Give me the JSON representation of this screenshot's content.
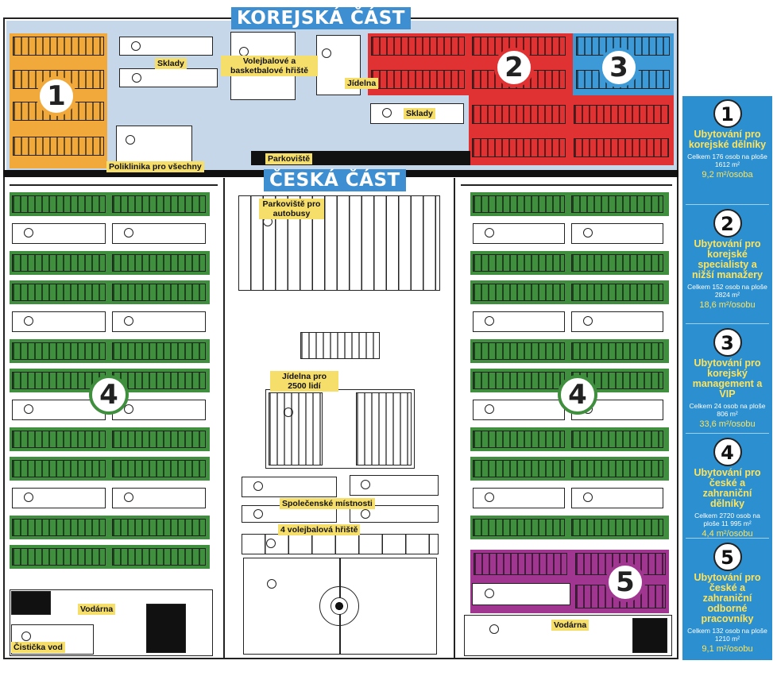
{
  "titles": {
    "korean": "KOREJSKÁ ČÁST",
    "czech": "ČESKÁ ČÁST"
  },
  "labels": {
    "sklady_top": "Sklady",
    "volejbal": "Volejbalové a basketbalové hřiště",
    "jidelna_small": "Jídelna",
    "sklady_right": "Sklady",
    "poliklinika": "Poliklinika pro všechny",
    "parkoviste_top": "Parkoviště",
    "parkoviste_bus": "Parkoviště pro autobusy",
    "jidelna_big": "Jídelna pro 2500 lidí",
    "spolecenske": "Společenské místnosti",
    "volejbal4": "4 volejbalová hřiště",
    "vodarna_left": "Vodárna",
    "cisticka": "Čistička vod",
    "vodarna_right": "Vodárna"
  },
  "badges": {
    "b1": "1",
    "b2": "2",
    "b3": "3",
    "b4l": "4",
    "b4r": "4",
    "b5": "5"
  },
  "legend": [
    {
      "num": "1",
      "title": "Ubytování pro korejské dělníky",
      "stat": "Celkem 176 osob na ploše 1612 m²",
      "ratio": "9,2 m²/osoba"
    },
    {
      "num": "2",
      "title": "Ubytování pro korejské specialisty a nižší manažery",
      "stat": "Celkem 152 osob na ploše 2824 m²",
      "ratio": "18,6 m²/osobu"
    },
    {
      "num": "3",
      "title": "Ubytování pro korejský management a VIP",
      "stat": "Celkem 24 osob na ploše 806 m²",
      "ratio": "33,6 m²/osobu"
    },
    {
      "num": "4",
      "title": "Ubytování pro české a zahraniční dělníky",
      "stat": "Celkem 2720 osob na ploše 11 995 m²",
      "ratio": "4,4 m²/osobu"
    },
    {
      "num": "5",
      "title": "Ubytování pro české a zahraniční odborné pracovníky",
      "stat": "Celkem 132 osob na ploše 1210 m²",
      "ratio": "9,1 m²/osobu"
    }
  ],
  "colors": {
    "korean_bg": "#c6d7ea",
    "zone1": "#f2a93b",
    "zone2": "#e03232",
    "zone3": "#3d9ad6",
    "zone4": "#3f8f3f",
    "zone5": "#a0368f",
    "label": "#f6de6a",
    "title": "#3d8fd1",
    "sidebar": "#2b8fd0"
  }
}
